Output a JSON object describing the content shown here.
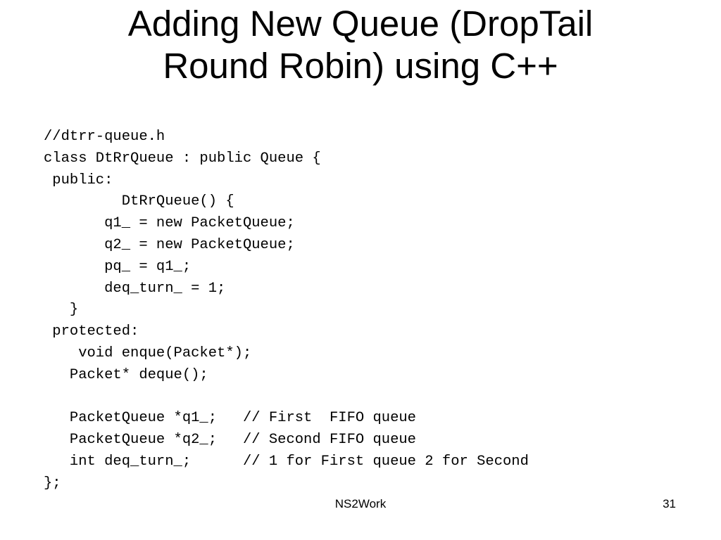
{
  "slide": {
    "title_lines": [
      "Adding New Queue (DropTail",
      "Round Robin) using C++"
    ],
    "code_lines": [
      "//dtrr-queue.h",
      "class DtRrQueue : public Queue {",
      " public:",
      "         DtRrQueue() {",
      "       q1_ = new PacketQueue;",
      "       q2_ = new PacketQueue;",
      "       pq_ = q1_;",
      "       deq_turn_ = 1;",
      "   }",
      " protected:",
      "    void enque(Packet*);",
      "   Packet* deque();",
      "",
      "   PacketQueue *q1_;   // First  FIFO queue",
      "   PacketQueue *q2_;   // Second FIFO queue",
      "   int deq_turn_;      // 1 for First queue 2 for Second",
      "};"
    ],
    "footer": "NS2Work",
    "page_number": "31"
  }
}
